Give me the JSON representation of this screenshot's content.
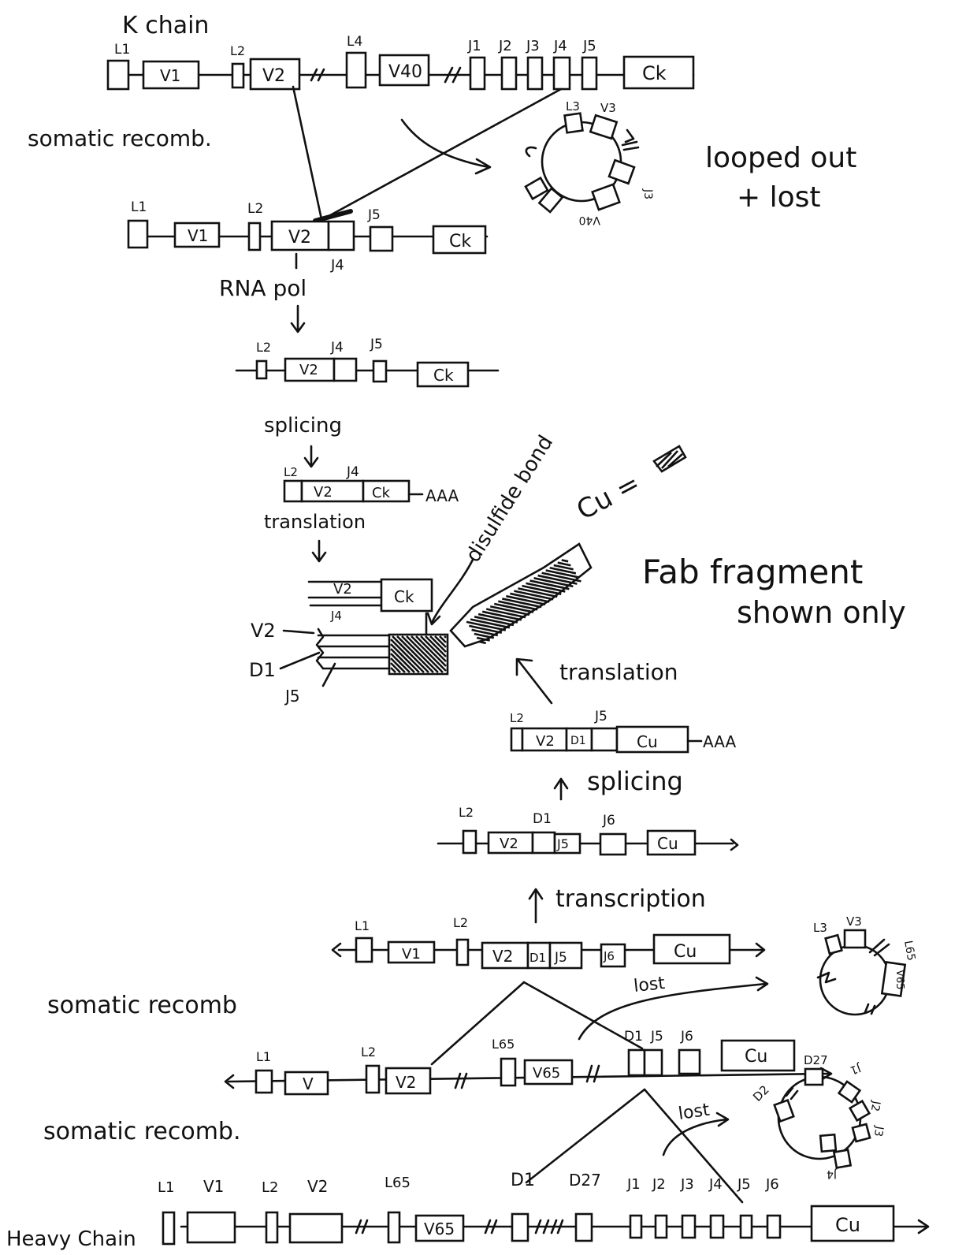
{
  "labels": {
    "kappa_title": "K chain",
    "somatic_recomb_1": "somatic recomb.",
    "looped_out": "looped out",
    "and_lost": "+ lost",
    "rna_pol": "RNA pol",
    "splicing_1": "splicing",
    "translation_1": "translation",
    "disulfide": "disulfide bond",
    "cu_eq": "Cu =",
    "fab_1": "Fab fragment",
    "fab_2": "shown only",
    "translation_2": "translation",
    "splicing_2": "splicing",
    "transcription": "transcription",
    "somatic_recomb_2": "somatic recomb",
    "somatic_recomb_3": "somatic recomb.",
    "lost_1": "lost",
    "lost_2": "lost",
    "heavy_chain": "Heavy Chain",
    "poly_a": "AAA",
    "v2_pointer": "V2",
    "d1_pointer": "D1",
    "j5_pointer": "J5"
  },
  "kappa_germline": [
    {
      "text": "L1",
      "above": true
    },
    {
      "text": "V1",
      "above": false
    },
    {
      "text": "L2",
      "above": true
    },
    {
      "text": "V2",
      "above": false
    },
    {
      "text": "L4",
      "above": true
    },
    {
      "text": "V40",
      "above": false
    },
    {
      "text": "J1",
      "above": true
    },
    {
      "text": "J2",
      "above": true
    },
    {
      "text": "J3",
      "above": true
    },
    {
      "text": "J4",
      "above": true
    },
    {
      "text": "J5",
      "above": true
    },
    {
      "text": "Ck",
      "above": false
    }
  ],
  "kappa_loop": [
    "L3",
    "V3",
    "J3",
    "V40"
  ],
  "kappa_recombined": [
    {
      "text": "L1",
      "above": true
    },
    {
      "text": "V1",
      "above": false
    },
    {
      "text": "L2",
      "above": true
    },
    {
      "text": "V2",
      "above": false
    },
    {
      "text": "J4",
      "above": false
    },
    {
      "text": "J5",
      "above": true
    },
    {
      "text": "Ck",
      "above": false
    }
  ],
  "kappa_rna": [
    {
      "text": "L2",
      "above": true
    },
    {
      "text": "V2",
      "above": false
    },
    {
      "text": "J4",
      "above": true
    },
    {
      "text": "J5",
      "above": true
    },
    {
      "text": "Ck",
      "above": false
    }
  ],
  "kappa_mrna": [
    {
      "text": "L2",
      "above": true
    },
    {
      "text": "V2",
      "above": false
    },
    {
      "text": "J4",
      "above": true
    },
    {
      "text": "Ck",
      "above": false
    }
  ],
  "protein": [
    {
      "text": "V2"
    },
    {
      "text": "Ck"
    },
    {
      "text": "J4"
    }
  ],
  "heavy_mrna": [
    {
      "text": "L2",
      "above": true
    },
    {
      "text": "V2",
      "above": false
    },
    {
      "text": "D1",
      "above": false
    },
    {
      "text": "J5",
      "above": true
    },
    {
      "text": "Cu",
      "above": false
    }
  ],
  "heavy_rna": [
    {
      "text": "L2",
      "above": true
    },
    {
      "text": "V2",
      "above": false
    },
    {
      "text": "D1",
      "above": true
    },
    {
      "text": "J5",
      "above": false
    },
    {
      "text": "J6",
      "above": true
    },
    {
      "text": "Cu",
      "above": false
    }
  ],
  "heavy_vdj": [
    {
      "text": "L1",
      "above": true
    },
    {
      "text": "V1",
      "above": false
    },
    {
      "text": "L2",
      "above": true
    },
    {
      "text": "V2",
      "above": false
    },
    {
      "text": "D1",
      "above": false
    },
    {
      "text": "J5",
      "above": false
    },
    {
      "text": "J6",
      "above": false
    },
    {
      "text": "Cu",
      "above": false
    }
  ],
  "heavy_loop_1": [
    "L3",
    "V3",
    "L65",
    "V65"
  ],
  "heavy_dj": [
    {
      "text": "L1",
      "above": true
    },
    {
      "text": "V",
      "above": false
    },
    {
      "text": "L2",
      "above": true
    },
    {
      "text": "V2",
      "above": false
    },
    {
      "text": "L65",
      "above": true
    },
    {
      "text": "V65",
      "above": false
    },
    {
      "text": "D1",
      "above": true
    },
    {
      "text": "J5",
      "above": true
    },
    {
      "text": "J6",
      "above": true
    },
    {
      "text": "Cu",
      "above": false
    }
  ],
  "heavy_loop_2": [
    "D2",
    "D27",
    "J1",
    "J2",
    "J3",
    "J4"
  ],
  "heavy_germline": [
    {
      "text": "L1",
      "above": true
    },
    {
      "text": "V1",
      "above": true
    },
    {
      "text": "L2",
      "above": true
    },
    {
      "text": "V2",
      "above": true
    },
    {
      "text": "L65",
      "above": true
    },
    {
      "text": "V65",
      "above": false
    },
    {
      "text": "D1",
      "above": true
    },
    {
      "text": "D27",
      "above": true
    },
    {
      "text": "J1",
      "above": true
    },
    {
      "text": "J2",
      "above": true
    },
    {
      "text": "J3",
      "above": true
    },
    {
      "text": "J4",
      "above": true
    },
    {
      "text": "J5",
      "above": true
    },
    {
      "text": "J6",
      "above": true
    },
    {
      "text": "Cu",
      "above": false
    }
  ]
}
